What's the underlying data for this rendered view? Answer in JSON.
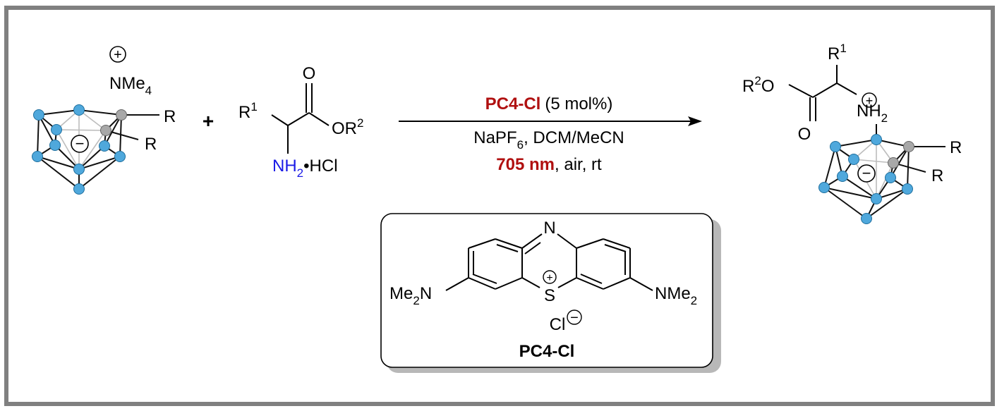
{
  "colors": {
    "frame": "#808080",
    "accent_red": "#b01010",
    "amine_blue": "#1a1ae6",
    "boron_atom": "#4fa8dc",
    "carbon_atom": "#a8a8a8"
  },
  "reactant_carborane": {
    "cation_symbol": "+",
    "cation_main": "NMe",
    "cation_sub": "4",
    "substituent_1": "R",
    "substituent_2": "R",
    "cage_charge": "−"
  },
  "plus_sign": "+",
  "amino_ester": {
    "r1_main": "R",
    "r1_sup": "1",
    "carbonyl_o": "O",
    "ester_main": "OR",
    "ester_sup": "2",
    "amine_main": "NH",
    "amine_sub": "2",
    "salt": "•HCl"
  },
  "conditions": {
    "catalyst_name": "PC4-Cl",
    "catalyst_loading": "(5 mol%)",
    "line2_a": "NaPF",
    "line2_sub": "6",
    "line2_b": ", DCM/MeCN",
    "wavelength": "705 nm",
    "line3_rest": ", air, rt"
  },
  "product": {
    "r1_main": "R",
    "r1_sup": "1",
    "ester_main": "R",
    "ester_sup": "2",
    "ester_o": "O",
    "carbonyl_o": "O",
    "ammonium_charge": "+",
    "ammonium_main": "NH",
    "ammonium_sub": "2",
    "substituent_1": "R",
    "substituent_2": "R",
    "cage_charge": "−"
  },
  "catalyst_box": {
    "ring_n": "N",
    "sulfur": "S",
    "sulfur_charge": "+",
    "left_amine_main": "Me",
    "left_amine_sub": "2",
    "left_amine_end": "N",
    "right_amine_main": "NMe",
    "right_amine_sub": "2",
    "counterion": "Cl",
    "counterion_charge": "−",
    "name": "PC4-Cl"
  }
}
